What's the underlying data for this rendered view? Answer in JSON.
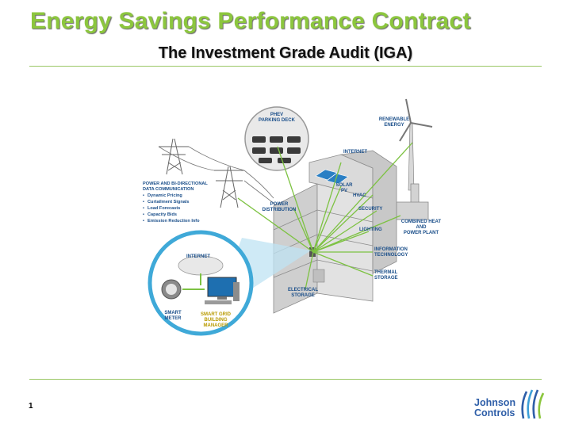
{
  "header": {
    "title": "Energy Savings Performance Contract",
    "subtitle": "The Investment Grade Audit (IGA)"
  },
  "diagram": {
    "labels": {
      "phev": [
        "PHEV",
        "PARKING DECK"
      ],
      "renewable": [
        "RENEWABLE",
        "ENERGY"
      ],
      "internet_top": "INTERNET",
      "solar": [
        "SOLAR",
        "PV"
      ],
      "hvac": "HVAC",
      "security": "SECURITY",
      "power_distribution": [
        "POWER",
        "DISTRIBUTION"
      ],
      "chp": [
        "COMBINED HEAT",
        "AND",
        "POWER PLANT"
      ],
      "lighting": "LIGHTING",
      "it": [
        "INFORMATION",
        "TECHNOLOGY"
      ],
      "thermal": [
        "THERMAL",
        "STORAGE"
      ],
      "electrical": [
        "ELECTRICAL",
        "STORAGE"
      ],
      "internet_circle": "INTERNET",
      "smart_meter": [
        "SMART",
        "METER"
      ],
      "smart_grid": [
        "SMART GRID",
        "BUILDING",
        "MANAGER"
      ]
    },
    "power_comm": {
      "heading": [
        "POWER AND BI-DIRECTIONAL",
        "DATA COMMUNICATION"
      ],
      "items": [
        "Dynamic Pricing",
        "Curtailment Signals",
        "Load Forecasts",
        "Capacity Bids",
        "Emission Reduction Info"
      ]
    },
    "colors": {
      "arrow_green": "#7dc242",
      "label_blue": "#1b4f8a",
      "smart_grid_yellow": "#b89a00",
      "circle_blue": "#3fa9d8"
    }
  },
  "footer": {
    "page_number": "1",
    "logo_line1": "Johnson",
    "logo_line2": "Controls"
  }
}
